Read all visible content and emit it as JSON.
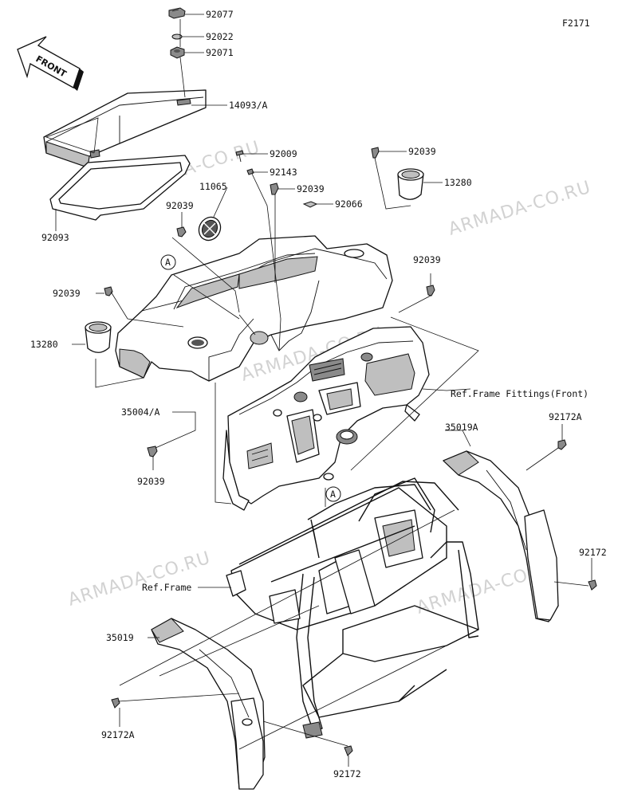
{
  "diagram_code": "F2171",
  "front_arrow": {
    "label": "FRONT"
  },
  "parts": {
    "p92077": "92077",
    "p92022": "92022",
    "p92071": "92071",
    "p14093A": "14093/A",
    "p92009": "92009",
    "p92039_top": "92039",
    "p92143": "92143",
    "p92039_mid": "92039",
    "p13280_right": "13280",
    "p11065": "11065",
    "p92066": "92066",
    "p92039_left_a": "92039",
    "p92093": "92093",
    "p92039_right": "92039",
    "p92039_left_b": "92039",
    "p13280_left": "13280",
    "ref_frame_fittings": "Ref.Frame Fittings(Front)",
    "p35004A": "35004/A",
    "p35019A": "35019A",
    "p92172A_right": "92172A",
    "p92039_bottom": "92039",
    "ref_frame": "Ref.Frame",
    "p92172_right": "92172",
    "p35019": "35019",
    "p92172A_left": "92172A",
    "p92172_bottom": "92172"
  },
  "callout_marker": "A",
  "watermark": "ARMADA-CO.RU"
}
